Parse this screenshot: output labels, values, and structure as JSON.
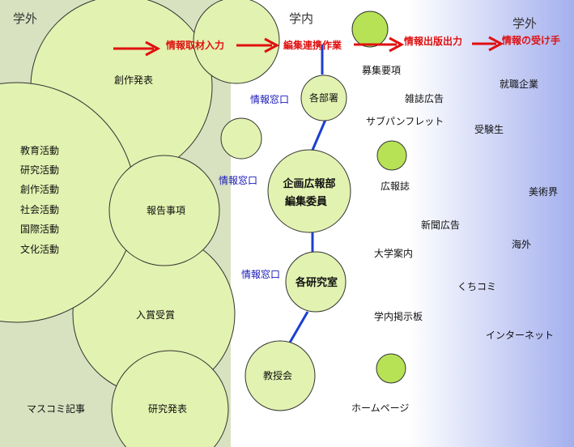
{
  "zones": {
    "outside_left": "学外",
    "inside": "学内",
    "outside_right": "学外"
  },
  "flow": [
    "情報取材入力",
    "編集連携作業",
    "情報出版出力",
    "情報の受け手"
  ],
  "activities": [
    "教育活動",
    "研究活動",
    "創作活動",
    "社会活動",
    "国際活動",
    "文化活動"
  ],
  "outer_circles": {
    "creative": "創作発表",
    "report": "報告事項",
    "award": "入賞受賞",
    "research": "研究発表"
  },
  "mass_media": "マスコミ記事",
  "network": {
    "departments": "各部署",
    "pr_committee_1": "企画広報部",
    "pr_committee_2": "編集委員",
    "labs": "各研究室",
    "professor": "教授会"
  },
  "windows": [
    "情報窓口",
    "情報窓口",
    "情報窓口"
  ],
  "publications": [
    "募集要項",
    "雑誌広告",
    "サブパンフレット",
    "広報誌",
    "新聞広告",
    "大学案内",
    "学内掲示板",
    "ホームページ"
  ],
  "receivers": [
    "就職企業",
    "受験生",
    "美術界",
    "海外",
    "くちコミ",
    "インターネット"
  ],
  "colors": {
    "circle_fill": "#e2f2b0",
    "circle_stroke": "#333333",
    "accent_circle": "#b7e255",
    "left_zone": "#d8e2c0",
    "right_gradient_end": "#a4b0ee",
    "flow_arrow": "#e01010",
    "link": "#1a3fd0"
  }
}
